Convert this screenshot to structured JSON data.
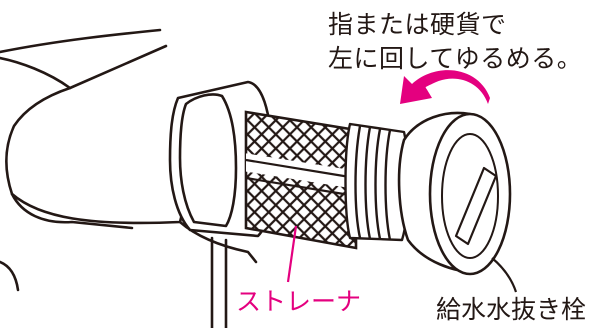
{
  "instruction": {
    "line1": "指または硬貨で",
    "line2": "左に回してゆるめる。"
  },
  "labels": {
    "strainer": "ストレーナ",
    "drain_plug": "給水水抜き栓"
  },
  "colors": {
    "line": "#231815",
    "accent": "#e4007f",
    "mesh": "#231815"
  },
  "icons": {
    "rotate_arrow": "counterclockwise-arrow-icon"
  }
}
